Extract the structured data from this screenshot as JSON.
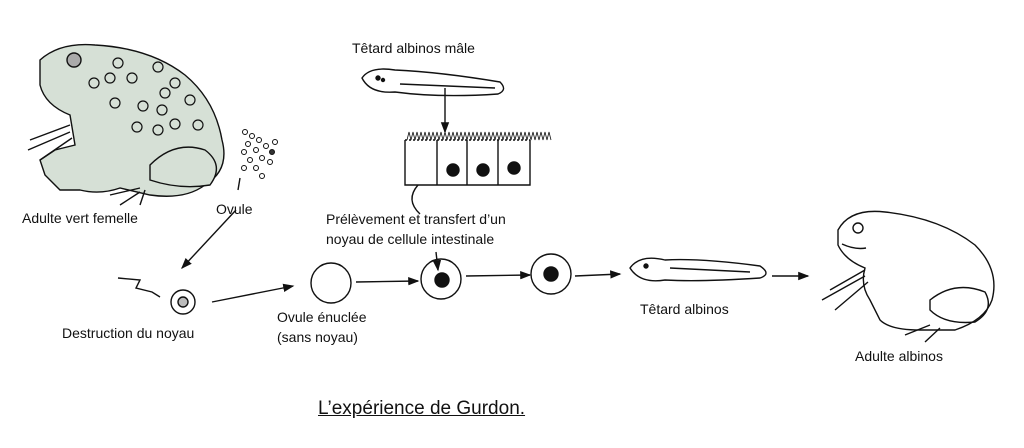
{
  "title": "L’expérience de Gurdon.",
  "labels": {
    "male_tadpole": "Têtard albinos mâle",
    "green_female": "Adulte vert femelle",
    "ovule": "Ovule",
    "transfer_line1": "Prélèvement et transfert d’un",
    "transfer_line2": "noyau de cellule intestinale",
    "destruction": "Destruction du noyau",
    "enucleated_line1": "Ovule énuclée",
    "enucleated_line2": "(sans noyau)",
    "albino_tadpole": "Têtard albinos",
    "albino_adult": "Adulte albinos"
  },
  "colors": {
    "green_frog": "#d6e0d6",
    "ink": "#111111"
  }
}
